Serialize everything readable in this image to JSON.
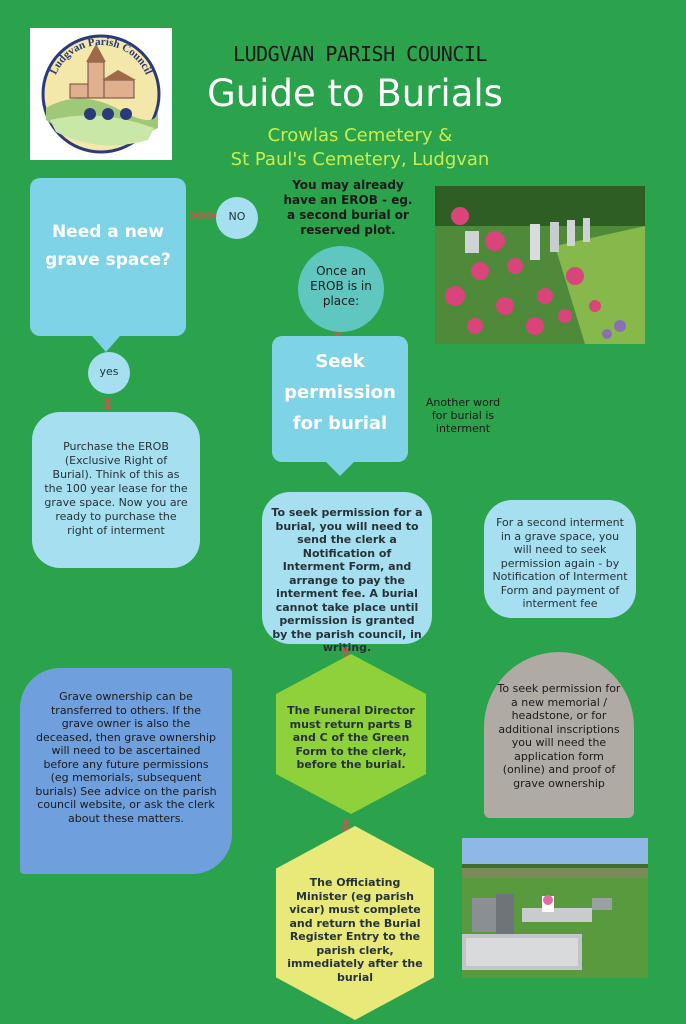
{
  "header": {
    "logo_text": "Ludgvan Parish Council",
    "org": "LUDGVAN PARISH COUNCIL",
    "title": "Guide to Burials",
    "subtitle_line1": "Crowlas Cemetery &",
    "subtitle_line2": "St Paul's Cemetery, Ludgvan"
  },
  "flow": {
    "q_new_grave": "Need a new grave space?",
    "no_label": "NO",
    "erob_already": "You may already have an EROB - eg. a second burial or reserved plot.",
    "once_erob": "Once an EROB is in place:",
    "yes_label": "yes",
    "seek_permission": "Seek permission for burial",
    "interment_note": "Another word for burial is interment",
    "purchase_erob": "Purchase the EROB (Exclusive Right of Burial). Think of this as the 100 year lease for the grave space. Now you are ready to purchase the right of interment",
    "seek_detail": "To seek permission for a burial, you will need to send the clerk a Notification of Interment Form, and arrange to pay the interment fee. A burial cannot take place until permission is granted by the parish council, in writing.",
    "second_interment": "For a second interment in a grave space, you will need to seek permission again - by Notification of Interment Form and payment of interment fee",
    "ownership": "Grave ownership can be transferred to others. If the grave owner is also the deceased, then grave ownership will need to be ascertained before any future permissions (eg memorials, subsequent burials) See advice on the parish council website, or ask the clerk about these matters.",
    "funeral_director": "The Funeral Director must return parts B and C of the Green Form to the clerk, before the burial.",
    "memorial": "To seek permission for a new memorial / headstone, or for additional inscriptions you will need the application form (online) and proof of grave ownership",
    "minister": "The Officiating Minister (eg parish vicar) must complete and return the Burial Register Entry to the parish clerk, immediately after the burial"
  },
  "colors": {
    "background": "#2ba24c",
    "light_blue": "#7fd3e6",
    "lime": "#8ed13a",
    "yellow": "#e9e97a",
    "grey": "#b0aaa5",
    "blue": "#6fa0dd",
    "subtitle": "#c9ee4e",
    "chevron": "#d9504a"
  },
  "icons": [
    "logo-church",
    "chevron-right-icon",
    "chevron-down-icon"
  ]
}
